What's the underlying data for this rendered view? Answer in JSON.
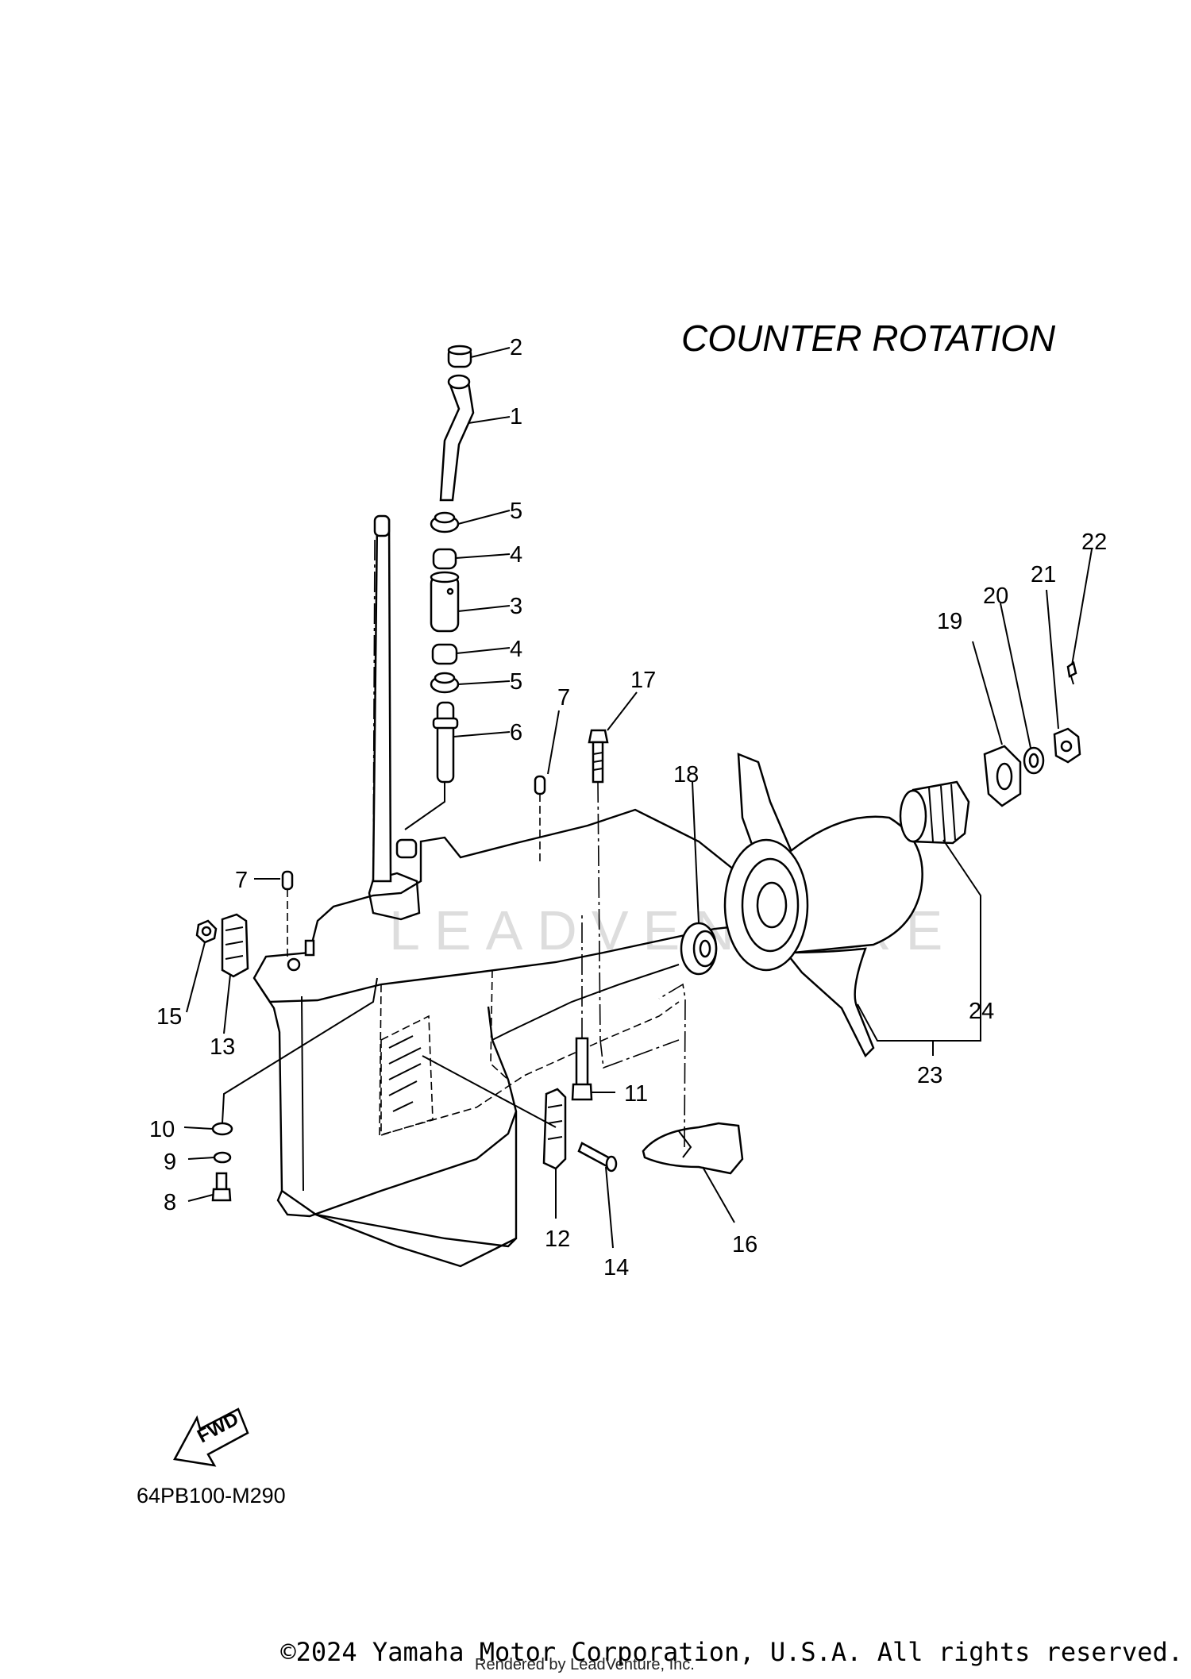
{
  "title": "COUNTER ROTATION",
  "diagram_code": "64PB100-M290",
  "fwd_label": "FWD",
  "watermark": "LEADVENTURE",
  "copyright": "©2024 Yamaha Motor Corporation, U.S.A. All rights reserved.",
  "rendered_by": "Rendered by LeadVenture, Inc.",
  "callouts": {
    "c1": "1",
    "c2": "2",
    "c3": "3",
    "c4a": "4",
    "c4b": "4",
    "c5a": "5",
    "c5b": "5",
    "c6": "6",
    "c7a": "7",
    "c7b": "7",
    "c8": "8",
    "c9": "9",
    "c10": "10",
    "c11": "11",
    "c12": "12",
    "c13": "13",
    "c14": "14",
    "c15": "15",
    "c16": "16",
    "c17": "17",
    "c18": "18",
    "c19": "19",
    "c20": "20",
    "c21": "21",
    "c22": "22",
    "c23": "23",
    "c24": "24"
  }
}
